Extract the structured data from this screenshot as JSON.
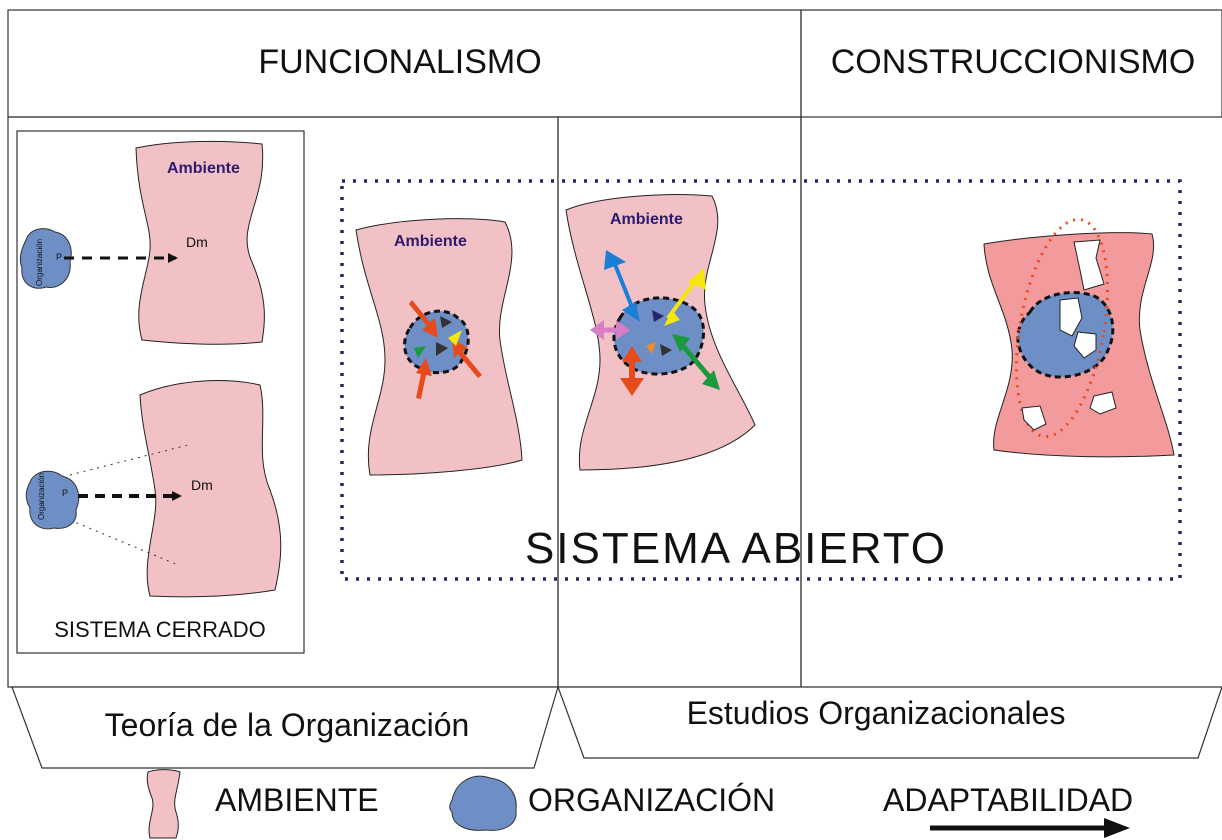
{
  "headers": {
    "funcionalismo": "FUNCIONALISMO",
    "construccionismo": "CONSTRUCCIONISMO"
  },
  "closed_system": {
    "label": "SISTEMA CERRADO",
    "ambiente_label": "Ambiente",
    "dm_label": "Dm",
    "org_label": "Organización",
    "p_label": "P"
  },
  "open_system": {
    "label": "SISTEMA ABIERTO",
    "ambiente_label": "Ambiente"
  },
  "tabs": {
    "left": "Teoría de la Organización",
    "right": "Estudios Organizacionales"
  },
  "legend": {
    "ambiente": "AMBIENTE",
    "organizacion": "ORGANIZACIÓN",
    "adaptabilidad": "ADAPTABILIDAD"
  },
  "colors": {
    "ambiente": "#f2c1c5",
    "ambiente_red": "#f39a9c",
    "organizacion": "#6d8fc6",
    "dotted_border": "#2a2468"
  }
}
